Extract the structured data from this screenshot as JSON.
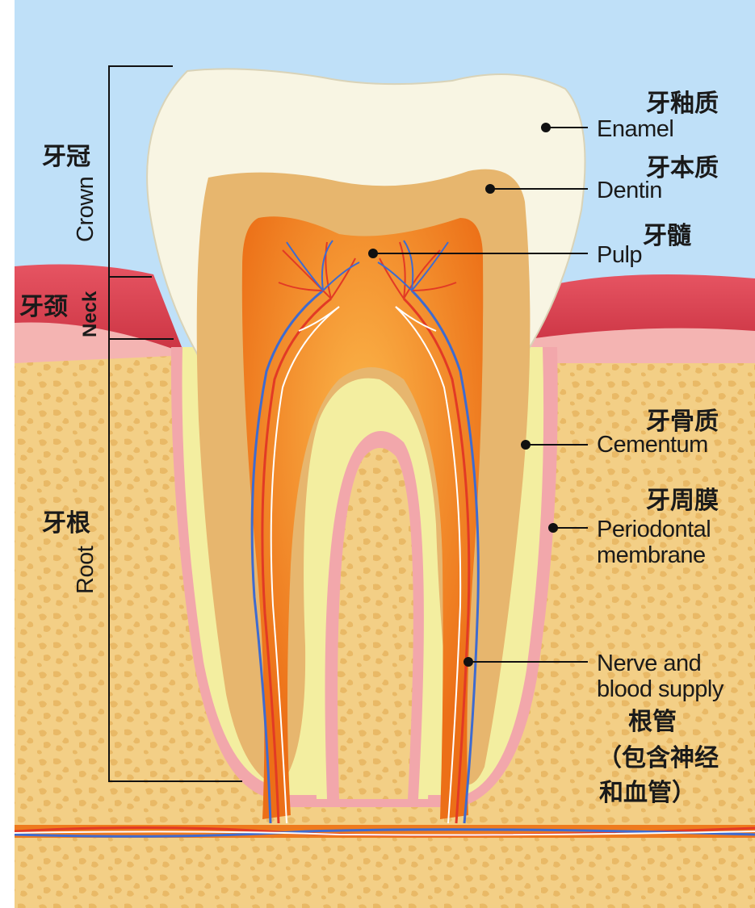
{
  "labels": {
    "enamel": {
      "en": "Enamel",
      "cn": "牙釉质"
    },
    "dentin": {
      "en": "Dentin",
      "cn": "牙本质"
    },
    "pulp": {
      "en": "Pulp",
      "cn": "牙髓"
    },
    "cementum": {
      "en": "Cementum",
      "cn": "牙骨质"
    },
    "periodontal": {
      "en_line1": "Periodontal",
      "en_line2": "membrane",
      "cn": "牙周膜"
    },
    "nerve": {
      "en_line1": "Nerve and",
      "en_line2": "blood supply",
      "cn_line1": "根管",
      "cn_line2": "（包含神经",
      "cn_line3": "和血管）"
    }
  },
  "regions": {
    "crown": {
      "en": "Crown",
      "cn": "牙冠"
    },
    "neck": {
      "en": "Neck",
      "cn": "牙颈"
    },
    "root": {
      "en": "Root",
      "cn": "牙根"
    }
  },
  "colors": {
    "sky": "#bfe0f8",
    "bone": "#f3cf86",
    "gum": "#e0495a",
    "gum_light": "#f2a6aa",
    "enamel": "#f8f5e3",
    "dentin": "#e7b66e",
    "pulp": "#ee7a1e",
    "cementum": "#f3eea0",
    "artery": "#e23a25",
    "vein": "#3e6bd0"
  }
}
